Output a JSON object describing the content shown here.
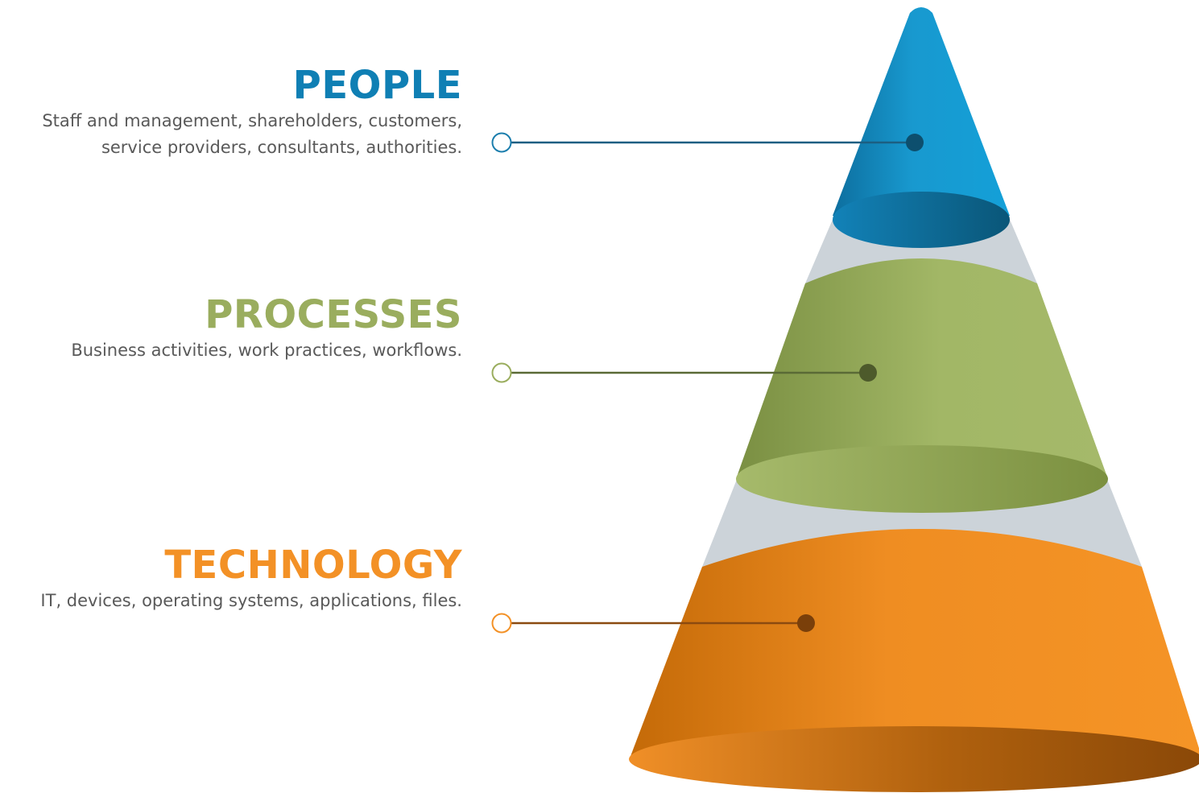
{
  "colors": {
    "people": "#0f7fb4",
    "processes": "#9aad5e",
    "technology": "#f39126",
    "connector_people": "#1c5f82",
    "connector_processes": "#5a6a36",
    "connector_technology": "#8b4a10",
    "cone_gap": "#ccd3d9"
  },
  "tiers": [
    {
      "id": "people",
      "title": "PEOPLE",
      "description_lines": [
        "Staff and management, shareholders, customers,",
        "service providers, consultants, authorities."
      ]
    },
    {
      "id": "processes",
      "title": "PROCESSES",
      "description_lines": [
        "Business activities, work practices, workflows."
      ]
    },
    {
      "id": "technology",
      "title": "TECHNOLOGY",
      "description_lines": [
        "IT, devices, operating systems, applications, files."
      ]
    }
  ]
}
